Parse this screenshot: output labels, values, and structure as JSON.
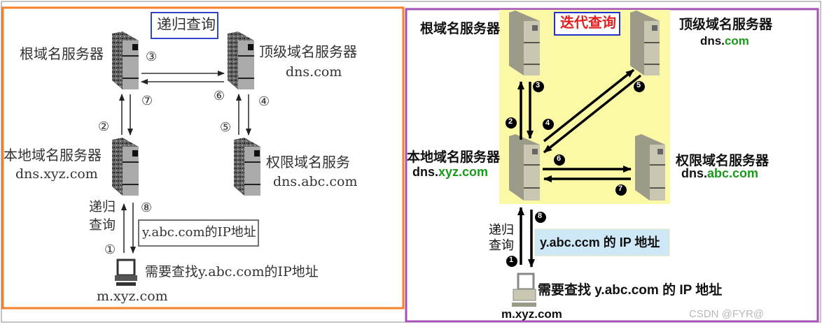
{
  "recursive_panel": {
    "title": "递归查询",
    "root_server": {
      "label": "根域名服务器"
    },
    "tld_server": {
      "label": "顶级域名服务器",
      "domain": "dns.com"
    },
    "local_server": {
      "label": "本地域名服务器",
      "domain": "dns.xyz.com"
    },
    "auth_server": {
      "label": "权限域名服务",
      "domain": "dns.abc.com"
    },
    "steps": [
      "①",
      "②",
      "③",
      "④",
      "⑤",
      "⑥",
      "⑦",
      "⑧"
    ],
    "client_query_label_1": "递归",
    "client_query_label_2": "查询",
    "answer_box": "y.abc.com的IP地址",
    "client_need": "需要查找y.abc.com的IP地址",
    "client_host": "m.xyz.com",
    "border_color": "#f5822a"
  },
  "iterative_panel": {
    "title": "迭代查询",
    "root_server": {
      "label": "根域名服务器"
    },
    "tld_server": {
      "label": "顶级域名服务器",
      "domain_prefix": "dns.",
      "domain_suffix": "com"
    },
    "local_server": {
      "label": "本地域名服务器",
      "domain_prefix": "dns.",
      "domain_suffix": "xyz.com"
    },
    "auth_server": {
      "label": "权限域名服务器",
      "domain_prefix": "dns.",
      "domain_suffix": "abc.com"
    },
    "steps": [
      "1",
      "2",
      "3",
      "4",
      "5",
      "6",
      "7",
      "8"
    ],
    "client_query_label_1": "递归",
    "client_query_label_2": "查询",
    "answer_box": "y.abc.ccm 的 IP 地址",
    "client_need": "需要查找 y.abc.com 的 IP 地址",
    "client_host": "m.xyz.com",
    "border_color": "#a64fb5",
    "highlight_color": "#fbf9a6",
    "title_color": "#e02020",
    "domain_color": "#1a9a1a"
  },
  "watermark": "CSDN @FYR@"
}
